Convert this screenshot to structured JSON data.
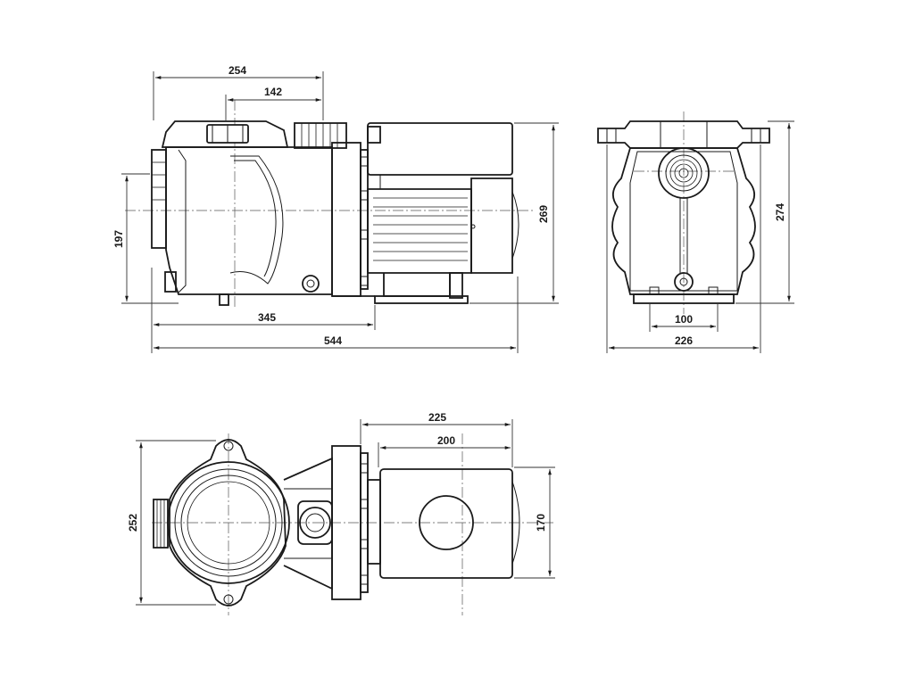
{
  "side_view": {
    "dim_width_top": "254",
    "dim_width_upper": "142",
    "dim_height_inlet": "197",
    "dim_height_total": "269",
    "dim_length_pump": "345",
    "dim_length_total": "544"
  },
  "front_view": {
    "dim_height": "274",
    "dim_base_width": "100",
    "dim_total_width": "226"
  },
  "top_view": {
    "dim_motor_span": "225",
    "dim_motor_length": "200",
    "dim_width": "252",
    "dim_motor_width": "170"
  }
}
